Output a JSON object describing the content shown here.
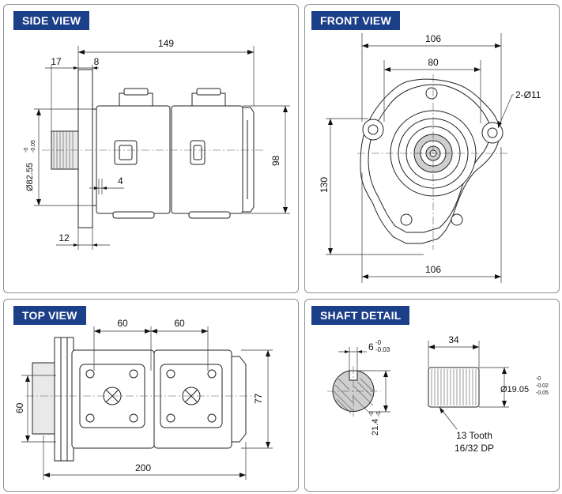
{
  "panels": {
    "side_view": {
      "title": "SIDE VIEW",
      "dims": {
        "overall_length": "149",
        "flange_offset": "17",
        "flange_thickness": "8",
        "pilot_diameter": "Ø82.55",
        "pilot_tol": "-0",
        "pilot_tol2": "-0.05",
        "step": "4",
        "height": "98",
        "shaft_length": "12"
      }
    },
    "front_view": {
      "title": "FRONT VIEW",
      "dims": {
        "top_width": "106",
        "bolt_spacing": "80",
        "holes": "2-Ø11",
        "height": "130",
        "bottom_width": "106"
      }
    },
    "top_view": {
      "title": "TOP VIEW",
      "dims": {
        "port_spacing_1": "60",
        "port_spacing_2": "60",
        "flange_height": "60",
        "body_height": "77",
        "overall_length": "200"
      }
    },
    "shaft_detail": {
      "title": "SHAFT DETAIL",
      "dims": {
        "key_width": "6",
        "key_tol_upper": "-0",
        "key_tol_lower": "-0.03",
        "key_depth": "21.4",
        "key_depth_tol": "-0",
        "key_depth_tol2": "-0.",
        "spline_length": "34",
        "spline_diameter": "Ø19.05",
        "spline_tol1": "-0",
        "spline_tol2": "-0.02",
        "spline_tol3": "-0.05",
        "spline_teeth": "13 Tooth",
        "spline_pitch": "16/32 DP"
      }
    }
  },
  "colors": {
    "title_bg": "#1c3f8a",
    "title_text": "#ffffff",
    "panel_border": "#8a8f96"
  }
}
